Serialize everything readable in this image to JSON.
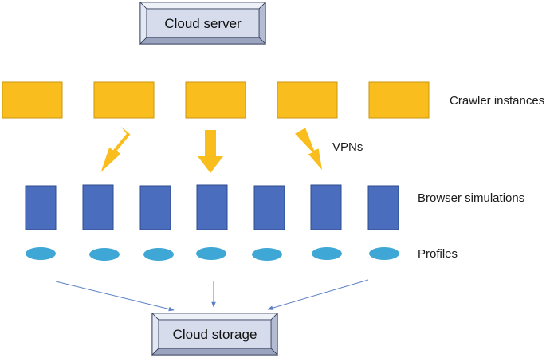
{
  "server": {
    "label": "Cloud server"
  },
  "storage": {
    "label": "Cloud storage"
  },
  "labels": {
    "crawlers": "Crawler instances",
    "vpns": "VPNs",
    "browsers": "Browser simulations",
    "profiles": "Profiles"
  },
  "counts": {
    "crawlers": 5,
    "browsers": 7,
    "profiles": 7
  },
  "colors": {
    "crawler_fill": "#F9BE1E",
    "crawler_stroke": "#C9960D",
    "vpn_arrow": "#F9BE1E",
    "browser_fill": "#4A6DBE",
    "browser_stroke": "#2D4A8C",
    "profile_fill": "#3FA7D6",
    "flow_line": "#5B7FC4",
    "bevel_face": "#D6DCEC",
    "bevel_light": "#EEF1F8",
    "bevel_dark": "#9AA4BF",
    "bevel_outline": "#2F3A56"
  }
}
